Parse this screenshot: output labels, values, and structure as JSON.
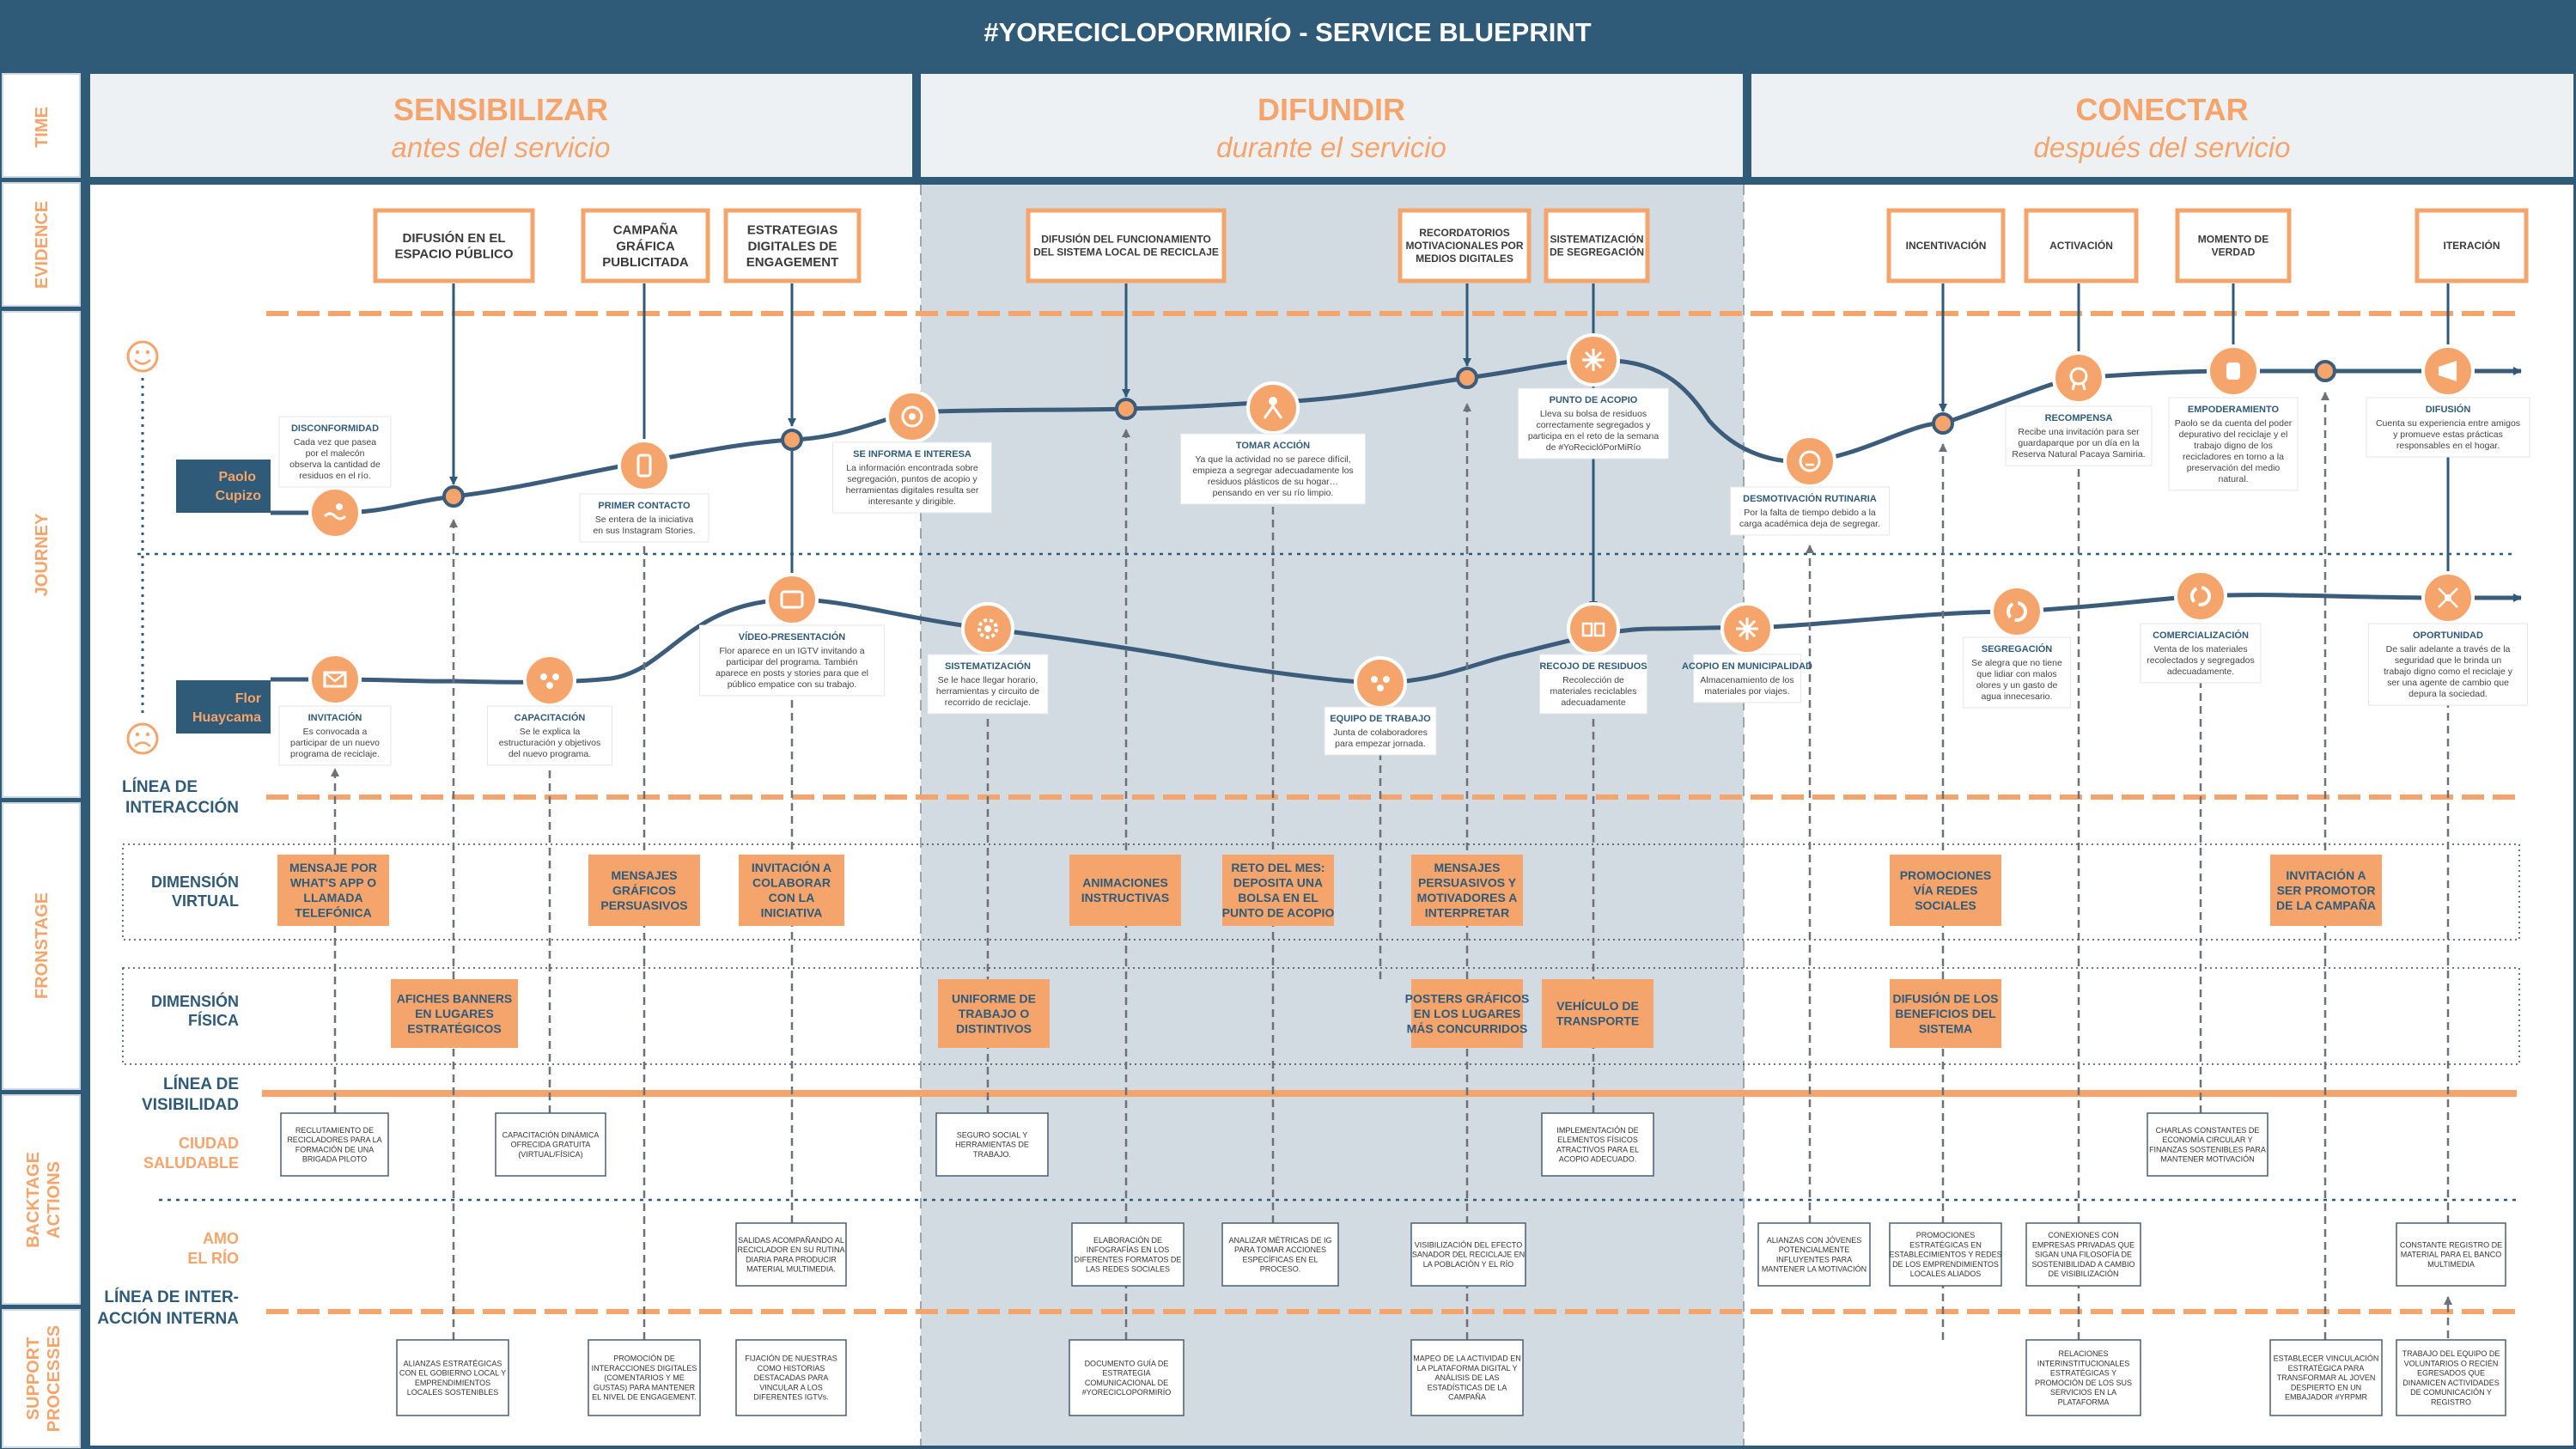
{
  "title": "#YORECICLOPORMIRÍO - SERVICE BLUEPRINT",
  "lanes": {
    "time": "TIME",
    "evidence": "EVIDENCE",
    "journey": "JOURNEY",
    "frontstage": "FRONSTAGE",
    "backstage": [
      "BACKTAGE",
      "ACTIONS"
    ],
    "support": [
      "SUPPORT",
      "PROCESSES"
    ]
  },
  "phases": [
    {
      "title": "SENSIBILIZAR",
      "subtitle": "antes del servicio"
    },
    {
      "title": "DIFUNDIR",
      "subtitle": "durante el servicio"
    },
    {
      "title": "CONECTAR",
      "subtitle": "después del servicio"
    }
  ],
  "evidence": [
    [
      "DIFUSIÓN EN EL",
      "ESPACIO PÚBLICO"
    ],
    [
      "CAMPAÑA",
      "GRÁFICA",
      "PUBLICITADA"
    ],
    [
      "ESTRATEGIAS",
      "DIGITALES DE",
      "ENGAGEMENT"
    ],
    [
      "DIFUSIÓN DEL FUNCIONAMIENTO",
      "DEL SISTEMA LOCAL DE RECICLAJE"
    ],
    [
      "RECORDATORIOS",
      "MOTIVACIONALES POR",
      "MEDIOS DIGITALES"
    ],
    [
      "SISTEMATIZACIÓN",
      "DE SEGREGACIÓN"
    ],
    [
      "INCENTIVACIÓN"
    ],
    [
      "ACTIVACIÓN"
    ],
    [
      "MOMENTO DE",
      "VERDAD"
    ],
    [
      "ITERACIÓN"
    ]
  ],
  "personas": [
    [
      "Paolo",
      "Cupizo"
    ],
    [
      "Flor",
      "Huaycama"
    ]
  ],
  "journey_paolo": [
    {
      "title": "DISCONFORMIDAD",
      "lines": [
        "Cada vez que pasea",
        "por el malecón",
        "observa la cantidad de",
        "residuos en el río."
      ]
    },
    {
      "title": "PRIMER CONTACTO",
      "lines": [
        "Se entera de la iniciativa",
        "en sus Instagram Stories."
      ]
    },
    {
      "title": "SE INFORMA E INTERESA",
      "lines": [
        "La información encontrada sobre",
        "segregación, puntos de acopio y",
        "herramientas digitales resulta ser",
        "interesante y dirigible."
      ]
    },
    {
      "title": "TOMAR ACCIÓN",
      "lines": [
        "Ya que la actividad no se parece difícil,",
        "empieza a segregar adecuadamente los",
        "residuos plásticos de su hogar…",
        "pensando en ver su río limpio."
      ]
    },
    {
      "title": "PUNTO DE ACOPIO",
      "lines": [
        "Lleva su bolsa de residuos",
        "correctamente segregados y",
        "participa en el reto de la semana",
        "de #YoReciclóPorMiRío"
      ]
    },
    {
      "title": "DESMOTIVACIÓN RUTINARIA",
      "lines": [
        "Por la falta de tiempo debido a la",
        "carga académica deja de segregar."
      ]
    },
    {
      "title": "RECOMPENSA",
      "lines": [
        "Recibe una invitación para ser",
        "guardaparque por un día en la",
        "Reserva Natural Pacaya Samiria."
      ]
    },
    {
      "title": "EMPODERAMIENTO",
      "lines": [
        "Paolo se da cuenta del poder",
        "depurativo del reciclaje y el",
        "trabajo digno de los",
        "recicladores en torno a la",
        "preservación del medio",
        "natural."
      ]
    },
    {
      "title": "DIFUSIÓN",
      "lines": [
        "Cuenta su experiencia entre amigos",
        "y promueve estas prácticas",
        "responsables en el hogar."
      ]
    }
  ],
  "journey_flor": [
    {
      "title": "INVITACIÓN",
      "lines": [
        "Es convocada a",
        "participar de un nuevo",
        "programa de reciclaje."
      ]
    },
    {
      "title": "CAPACITACIÓN",
      "lines": [
        "Se le explica la",
        "estructuración y objetivos",
        "del nuevo programa."
      ]
    },
    {
      "title": "VÍDEO-PRESENTACIÓN",
      "lines": [
        "Flor aparece en un IGTV invitando a",
        "participar del programa. También",
        "aparece en posts y stories para que el",
        "público empatice con su trabajo."
      ]
    },
    {
      "title": "SISTEMATIZACIÓN",
      "lines": [
        "Se le hace llegar horario,",
        "herramientas y circuito de",
        "recorrido de reciclaje."
      ]
    },
    {
      "title": "EQUIPO DE TRABAJO",
      "lines": [
        "Junta de colaboradores",
        "para empezar jornada."
      ]
    },
    {
      "title": "RECOJO DE RESIDUOS",
      "lines": [
        "Recolección de",
        "materiales reciclables",
        "adecuadamente"
      ]
    },
    {
      "title": "ACOPIO EN MUNICIPALIDAD",
      "lines": [
        "Almacenamiento de los",
        "materiales por viajes."
      ]
    },
    {
      "title": "SEGREGACIÓN",
      "lines": [
        "Se alegra que no tiene",
        "que lidiar con malos",
        "olores y un gasto de",
        "agua innecesario."
      ]
    },
    {
      "title": "COMERCIALIZACIÓN",
      "lines": [
        "Venta de los materiales",
        "recolectados y segregados",
        "adecuadamente."
      ]
    },
    {
      "title": "OPORTUNIDAD",
      "lines": [
        "De salir adelante a través de la",
        "seguridad que le brinda un",
        "trabajo digno como el reciclaje y",
        "ser una agente de cambio que",
        "depura la sociedad."
      ]
    }
  ],
  "line_labels": {
    "interaction": [
      "LÍNEA DE",
      "INTERACCIÓN"
    ],
    "visibility": [
      "LÍNEA DE",
      "VISIBILIDAD"
    ],
    "internal": [
      "LÍNEA DE INTER-",
      "ACCIÓN INTERNA"
    ]
  },
  "dimension_labels": {
    "virtual": [
      "DIMENSIÓN",
      "VIRTUAL"
    ],
    "physical": [
      "DIMENSIÓN",
      "FÍSICA"
    ]
  },
  "backstage_labels": {
    "ciudad": [
      "CIUDAD",
      "SALUDABLE"
    ],
    "amo": [
      "AMO",
      "EL RÍO"
    ]
  },
  "front_virtual": [
    [
      "MENSAJE POR",
      "WHAT'S APP O",
      "LLAMADA",
      "TELEFÓNICA"
    ],
    [
      "MENSAJES",
      "GRÁFICOS",
      "PERSUASIVOS"
    ],
    [
      "INVITACIÓN A",
      "COLABORAR",
      "CON LA",
      "INICIATIVA"
    ],
    [
      "ANIMACIONES",
      "INSTRUCTIVAS"
    ],
    [
      "RETO DEL MES:",
      "DEPOSITA UNA",
      "BOLSA EN EL",
      "PUNTO DE ACOPIO"
    ],
    [
      "MENSAJES",
      "PERSUASIVOS Y",
      "MOTIVADORES A",
      "INTERPRETAR"
    ],
    [
      "PROMOCIONES",
      "VÍA REDES",
      "SOCIALES"
    ],
    [
      "INVITACIÓN A",
      "SER PROMOTOR",
      "DE LA CAMPAÑA"
    ]
  ],
  "front_physical": [
    [
      "AFICHES  BANNERS",
      "EN LUGARES",
      "ESTRATÉGICOS"
    ],
    [
      "UNIFORME DE",
      "TRABAJO O",
      "DISTINTIVOS"
    ],
    [
      "POSTERS GRÁFICOS",
      "EN LOS LUGARES",
      "MÁS CONCURRIDOS"
    ],
    [
      "VEHÍCULO DE",
      "TRANSPORTE"
    ],
    [
      "DIFUSIÓN DE LOS",
      "BENEFICIOS DEL",
      "SISTEMA"
    ]
  ],
  "back_ciudad": [
    [
      "RECLUTAMIENTO DE",
      "RECICLADORES PARA LA",
      "FORMACIÓN DE UNA",
      "BRIGADA PILOTO"
    ],
    [
      "CAPACITACIÓN DINÁMICA",
      "OFRECIDA GRATUITA",
      "(VIRTUAL/FÍSICA)"
    ],
    [
      "SEGURO SOCIAL Y",
      "HERRAMIENTAS DE",
      "TRABAJO."
    ],
    [
      "IMPLEMENTACIÓN DE",
      "ELEMENTOS FÍSICOS",
      "ATRACTIVOS PARA EL",
      "ACOPIO ADECUADO."
    ],
    [
      "CHARLAS CONSTANTES DE",
      "ECONOMÍA CIRCULAR Y",
      "FINANZAS SOSTENIBLES PARA",
      "MANTENER MOTIVACIÓN"
    ]
  ],
  "back_amo": [
    [
      "SALIDAS ACOMPAÑANDO AL",
      "RECICLADOR EN SU RUTINA",
      "DIARIA PARA PRODUCIR",
      "MATERIAL MULTIMEDIA."
    ],
    [
      "ELABORACIÓN DE",
      "INFOGRAFÍAS EN LOS",
      "DIFERENTES FORMATOS DE",
      "LAS REDES SOCIALES"
    ],
    [
      "ANALIZAR MÉTRICAS DE IG",
      "PARA TOMAR ACCIONES",
      "ESPECÍFICAS EN EL",
      "PROCESO."
    ],
    [
      "VISIBILIZACIÓN DEL EFECTO",
      "SANADOR DEL RECICLAJE EN",
      "LA POBLACIÓN Y EL RÍO"
    ],
    [
      "ALIANZAS CON JÓVENES",
      "POTENCIALMENTE",
      "INFLUYENTES PARA",
      "MANTENER LA MOTIVACIÓN"
    ],
    [
      "PROMOCIONES",
      "ESTRATÉGICAS EN",
      "ESTABLECIMIENTOS Y REDES",
      "DE LOS EMPRENDIMIENTOS",
      "LOCALES ALIADOS"
    ],
    [
      "CONEXIONES CON",
      "EMPRESAS PRIVADAS QUE",
      "SIGAN UNA FILOSOFÍA DE",
      "SOSTENIBILIDAD A CAMBIO",
      "DE VISIBILIZACIÓN"
    ],
    [
      "CONSTANTE REGISTRO DE",
      "MATERIAL PARA EL BANCO",
      "MULTIMEDIA"
    ]
  ],
  "support": [
    [
      "ALIANZAS ESTRATÉGICAS",
      "CON EL GOBIERNO LOCAL Y",
      "EMPRENDIMIENTOS",
      "LOCALES SOSTENIBLES"
    ],
    [
      "PROMOCIÓN DE",
      "INTERACCIONES DIGITALES",
      "(COMENTARIOS Y ME",
      "GUSTAS) PARA MANTENER",
      "EL NIVEL DE ENGAGEMENT."
    ],
    [
      "FIJACIÓN DE NUESTRAS",
      "COMO HISTORIAS",
      "DESTACADAS PARA",
      "VINCULAR A LOS",
      "DIFERENTES IGTVs."
    ],
    [
      "DOCUMENTO GUÍA DE",
      "ESTRATEGIA",
      "COMUNICACIONAL DE",
      "#YORECICLOPORMIRÍO"
    ],
    [
      "MAPEO DE LA ACTIVIDAD EN",
      "LA PLATAFORMA DIGITAL Y",
      "ANÁLISIS DE LAS",
      "ESTADÍSTICAS DE LA",
      "CAMPAÑA"
    ],
    [
      "RELACIONES",
      "INTERINSTITUCIONALES",
      "ESTRATÉGICAS Y",
      "PROMOCIÓN DE LOS SUS",
      "SERVICIOS EN LA",
      "PLATAFORMA"
    ],
    [
      "ESTABLECER VINCULACIÓN",
      "ESTRATÉGICA PARA",
      "TRANSFORMAR AL JOVEN",
      "DESPIERTO EN UN",
      "EMBAJADOR #YRPMR"
    ],
    [
      "TRABAJO DEL EQUIPO DE",
      "VOLUNTARIOS O RECIÉN",
      "EGRESADOS QUE",
      "DINAMICEN ACTIVIDADES",
      "DE COMUNICACIÓN Y",
      "REGISTRO"
    ]
  ],
  "colors": {
    "navy": "#2f5a78",
    "orange": "#f5a46c",
    "orange_text": "#f08a4b",
    "canvas": "#ffffff",
    "shade": "#d3dbe2",
    "box_border": "#4a5e70"
  },
  "icons": {
    "happy": "smiley-face-icon",
    "sad": "sad-face-icon"
  }
}
